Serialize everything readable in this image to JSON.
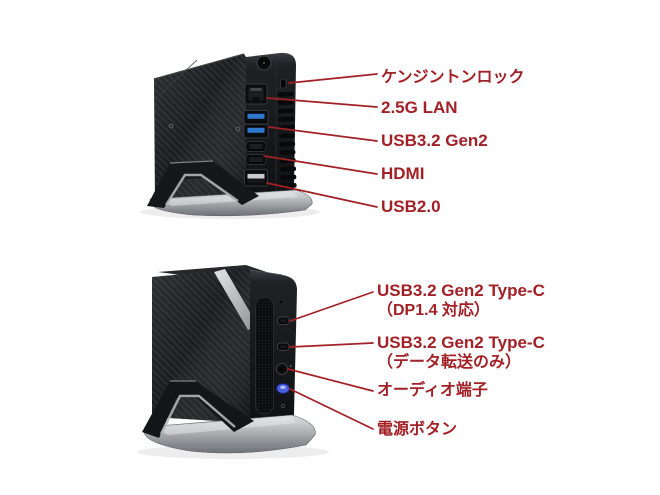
{
  "figure": {
    "background": "#ffffff",
    "accent_red": "#a22127",
    "usb3_blue": "#2e79cf",
    "power_blue": "#4a5fe0"
  },
  "rear_view": {
    "labels": [
      {
        "line1": "ケンジントンロック"
      },
      {
        "line1": "2.5G LAN"
      },
      {
        "line1": "USB3.2 Gen2"
      },
      {
        "line1": "HDMI"
      },
      {
        "line1": "USB2.0"
      }
    ]
  },
  "front_view": {
    "labels": [
      {
        "line1": "USB3.2 Gen2 Type-C",
        "line2": "（DP1.4 対応）"
      },
      {
        "line1": "USB3.2 Gen2 Type-C",
        "line2": "（データ転送のみ）"
      },
      {
        "line1": "オーディオ端子"
      },
      {
        "line1": "電源ボタン"
      }
    ]
  }
}
